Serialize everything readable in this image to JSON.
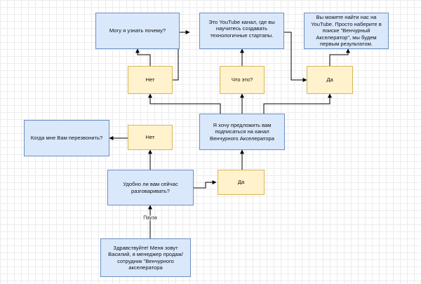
{
  "nodes": {
    "greeting": "Здравствуйте! Меня зовут Василий, я менеджер продаж/сотрудник \"Венчурного акселератора",
    "convenient": "Удобно ли вам сейчас разговаривать?",
    "no_left": "Нет",
    "callback": "Когда мне Вам перезвонить?",
    "yes_bottom": "Да",
    "offer": "Я хочу предложить вам подписаться на канал Венчурного Акселератора",
    "no_top": "Нет",
    "why": "Могу я узнать почему?",
    "what": "Что это?",
    "youtube_desc": "Это YouTube канал, где вы научитесь создавать технологичные стартапы.",
    "yes_top": "Да",
    "find_us": "Вы можете найти нас на YouTube. Просто наберите в поиске \"Венчурный Акселератор\", мы будем первым результатом."
  },
  "edge_labels": {
    "pause": "Пауза"
  },
  "colors": {
    "process_fill": "#dae8fc",
    "process_stroke": "#6c8ebf",
    "decision_fill": "#fff2cc",
    "decision_stroke": "#d6b656",
    "edge": "#000000",
    "grid": "#ececec"
  }
}
